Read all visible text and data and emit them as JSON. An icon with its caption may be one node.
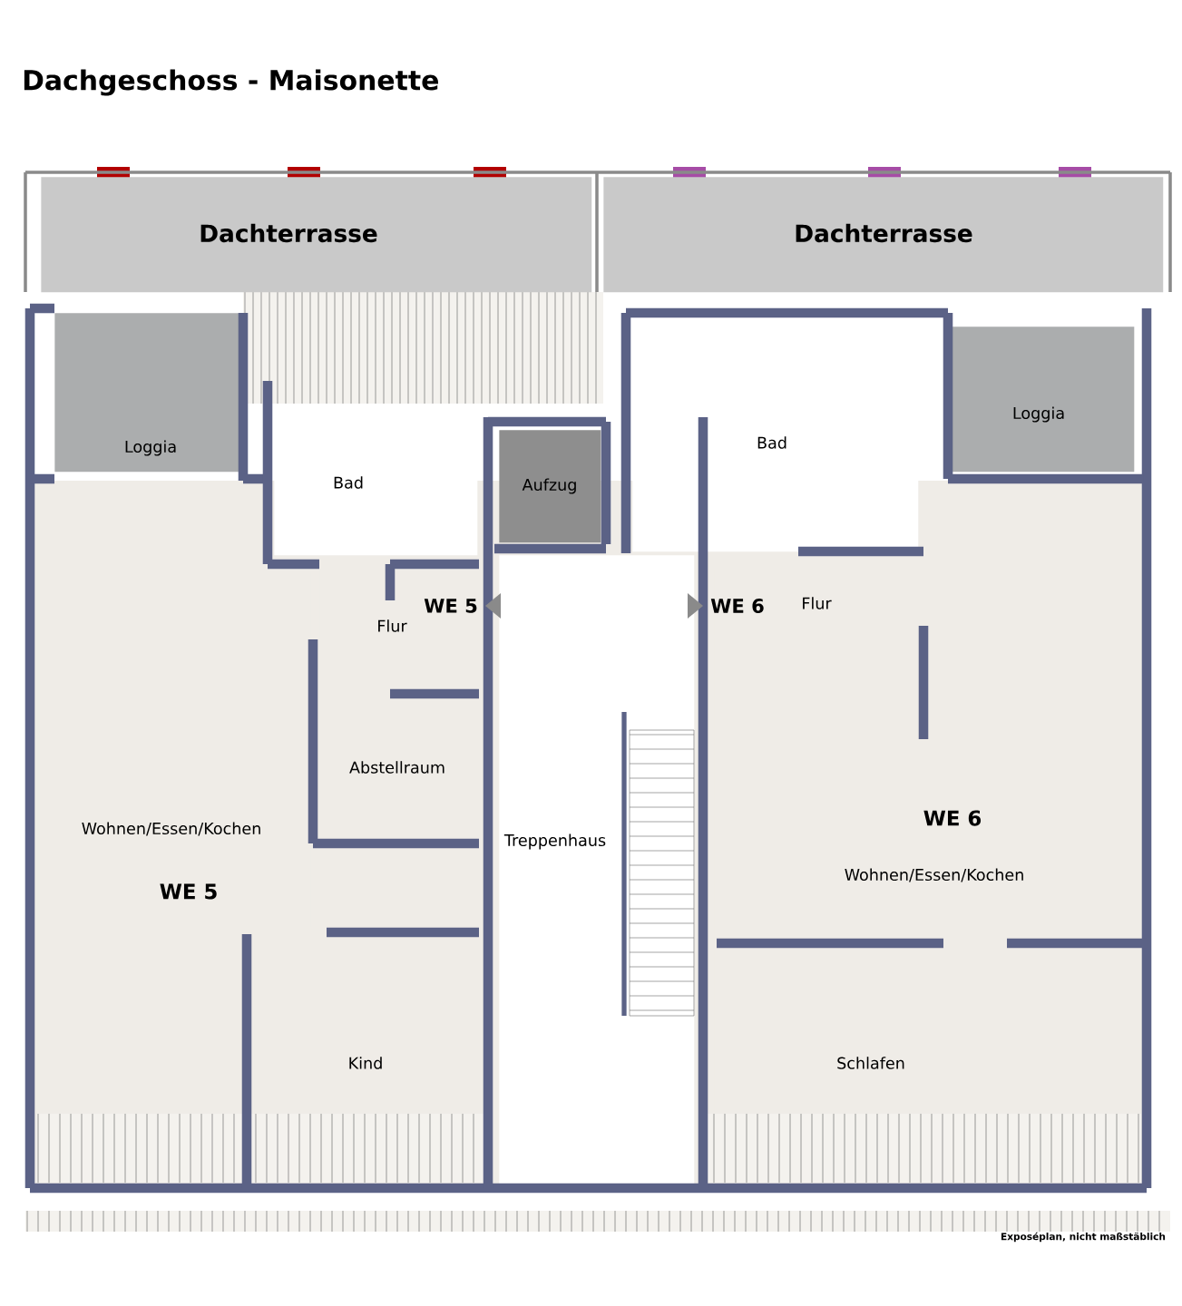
{
  "diagram": {
    "title": "Dachgeschoss - Maisonette",
    "nodes": [
      {
        "text": [
          "Dachterrasse"
        ]
      },
      {
        "text": [
          "Dachterrasse"
        ]
      },
      {
        "text": [
          "Loggia"
        ]
      },
      {
        "text": [
          "Bad"
        ]
      },
      {
        "text": [
          "Aufzug"
        ]
      },
      {
        "text": [
          "Bad"
        ]
      },
      {
        "text": [
          "Loggia"
        ]
      },
      {
        "text": [
          "Flur"
        ]
      },
      {
        "text": [
          "Flur"
        ]
      },
      {
        "text": [
          "Wohnen/Essen/Kochen"
        ]
      },
      {
        "text": [
          "Abstellraum"
        ]
      },
      {
        "text": [
          "Treppenhaus"
        ]
      },
      {
        "text": [
          "Wohnen/Essen/Kochen"
        ]
      },
      {
        "text": [
          "Kind"
        ]
      },
      {
        "text": [
          "Schlafen"
        ]
      }
    ],
    "labels": [
      "WE 5",
      "WE 6",
      "WE 6",
      "WE 5",
      "Exposéplan, nicht maßstäblich"
    ]
  }
}
